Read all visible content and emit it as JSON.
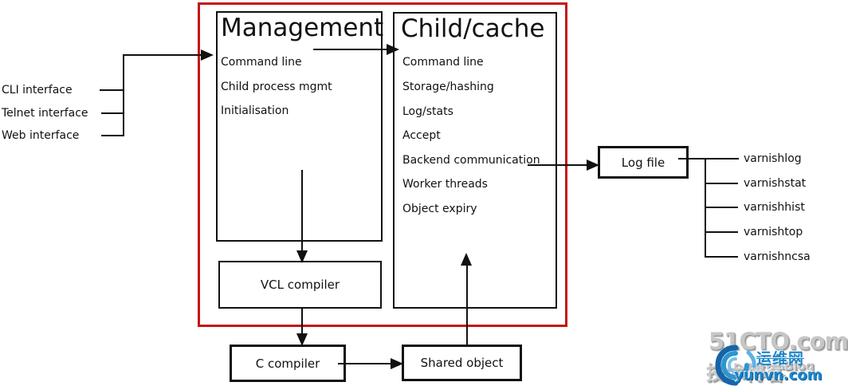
{
  "diagram": {
    "inputs": {
      "cli": "CLI interface",
      "telnet": "Telnet interface",
      "web": "Web interface"
    },
    "management": {
      "title": "Management",
      "items": [
        "Command line",
        "Child process mgmt",
        "Initialisation"
      ]
    },
    "child_cache": {
      "title": "Child/cache",
      "items": [
        "Command line",
        "Storage/hashing",
        "Log/stats",
        "Accept",
        "Backend communication",
        "Worker threads",
        "Object expiry"
      ]
    },
    "vcl_compiler_label": "VCL compiler",
    "c_compiler_label": "C compiler",
    "shared_object_label": "Shared object",
    "log_file_label": "Log file",
    "log_tools": [
      "varnishlog",
      "varnishstat",
      "varnishhist",
      "varnishtop",
      "varnishncsa"
    ],
    "colors": {
      "frame_red": "#c41414",
      "line_black": "#111111"
    }
  },
  "watermark": {
    "brand": "51CTO.com",
    "brand_sub_cn": "技术博客",
    "brand_sub_en": "Blog",
    "overlay_site_cn": "运维网",
    "overlay_domain": "yunvn.com",
    "colors": {
      "gray": "#c6c6c6",
      "blue": "#1e86c8"
    }
  }
}
